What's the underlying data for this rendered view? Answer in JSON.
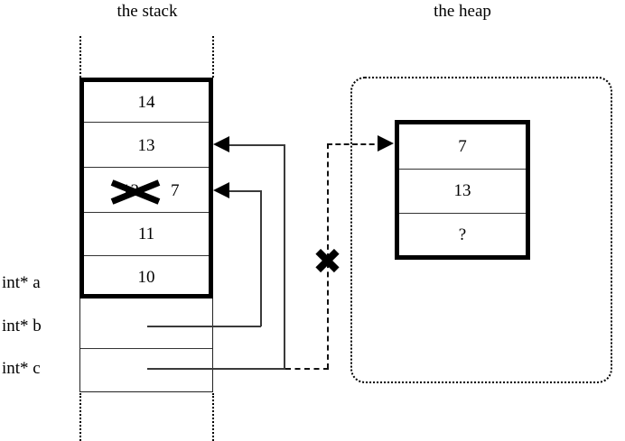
{
  "diagram": {
    "titles": {
      "stack": "the stack",
      "heap": "the heap"
    },
    "stack": {
      "frame_cells": [
        {
          "value": "14",
          "struck": false
        },
        {
          "value": "13",
          "struck": false
        },
        {
          "value": "12",
          "struck": true,
          "replacement": "7"
        },
        {
          "value": "11",
          "struck": false
        },
        {
          "value": "10",
          "struck": false
        }
      ],
      "pointer_vars": [
        {
          "label": "int* a"
        },
        {
          "label": "int* b"
        },
        {
          "label": "int* c"
        }
      ]
    },
    "heap": {
      "cells": [
        {
          "value": "7"
        },
        {
          "value": "13"
        },
        {
          "value": "?"
        }
      ]
    },
    "marks": {
      "invalid_pointer_x": "X",
      "overwritten_value_x": "X"
    },
    "colors": {
      "ink": "#000000",
      "line": "#3a3a3a",
      "background": "#ffffff"
    }
  }
}
